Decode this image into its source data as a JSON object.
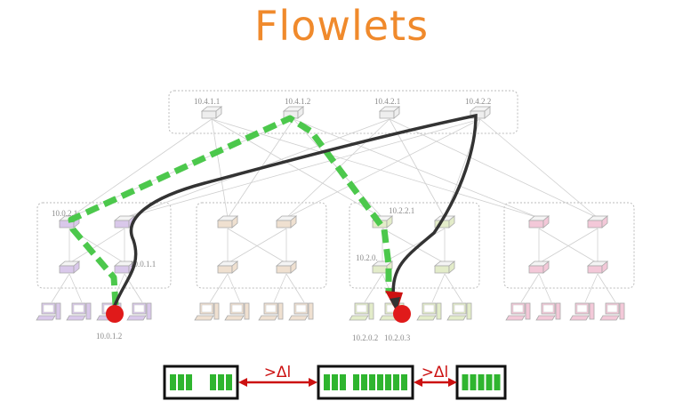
{
  "title": "Flowlets",
  "core_labels": [
    "10.4.1.1",
    "10.4.1.2",
    "10.4.2.1",
    "10.4.2.2"
  ],
  "agg_labels": [
    "10.0.2.1",
    "10.2.2.1"
  ],
  "edge_labels": [
    "10.0.1.1",
    "10.2.0."
  ],
  "host_labels": [
    "10.0.1.2",
    "10.2.0.2",
    "10.2.0.3"
  ],
  "pod_colors": [
    "#d9c8ea",
    "#efe0d0",
    "#e3ecc9",
    "#f3c8d8"
  ],
  "colors": {
    "title": "#f08a2c",
    "flow_green": "#4cc84c",
    "flow_black": "#333333",
    "endpoint": "#e01a1a",
    "arrow": "#cc1111"
  },
  "flowlet_bar": {
    "separator": ">Δl",
    "groups": [
      {
        "marks": [
          3,
          3
        ]
      },
      {
        "marks": [
          3,
          7
        ]
      },
      {
        "marks": [
          5
        ]
      }
    ]
  }
}
